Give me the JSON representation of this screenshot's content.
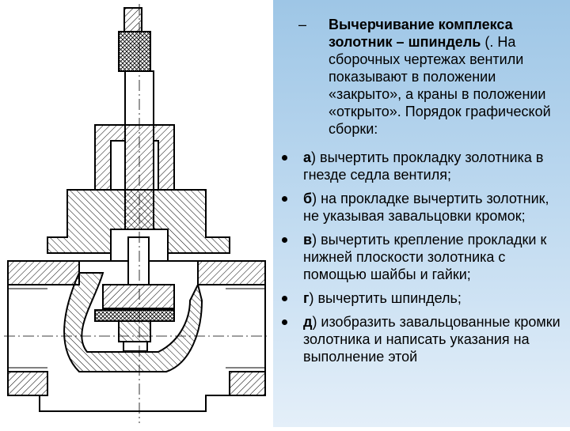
{
  "text": {
    "dash_bold": "Вычерчивание комплекса золотник – шпиндель",
    "dash_rest": " (. На сборочных чертежах вентили показывают в положении «закрыто», а краны в положении «открыто». Порядок графической сборки:",
    "items": [
      {
        "letter": "а",
        "text": ") вычертить прокладку золотника  в гнезде седла вентиля;"
      },
      {
        "letter": "б",
        "text": ") на прокладке вычертить золотник, не указывая завальцовки кромок;"
      },
      {
        "letter": "в",
        "text": ") вычертить крепление прокладки к нижней плоскости золотника с помощью шайбы и гайки;"
      },
      {
        "letter": "г",
        "text": ") вычертить  шпиндель;"
      },
      {
        "letter": "д",
        "text": ") изобразить завальцованные кромки золотника и написать указания на выполнение этой"
      }
    ]
  },
  "colors": {
    "panel_top": "#9ec6e6",
    "panel_bottom": "#e4eff9",
    "line": "#000000"
  },
  "icons": {
    "drawing": "valve-assembly-section-drawing"
  }
}
